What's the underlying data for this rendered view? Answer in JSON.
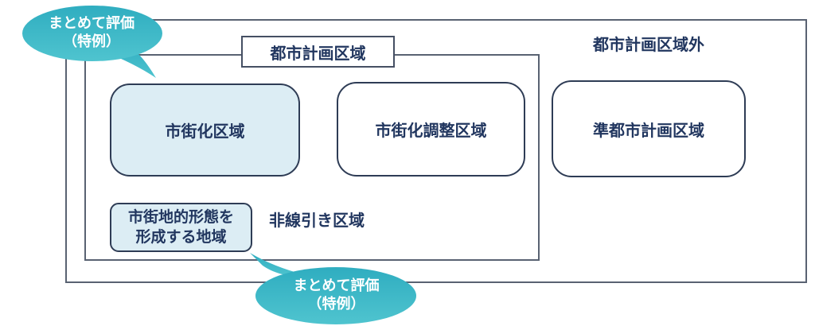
{
  "diagram": {
    "outside_area_label": "都市計画区域外",
    "city_planning_area_label": "都市計画区域",
    "zones": [
      {
        "label": "市街化区域"
      },
      {
        "label": "市街化調整区域"
      },
      {
        "label": "準都市計画区域"
      }
    ],
    "undelineated_area_label": "非線引き区域",
    "urban_form_district": {
      "line1": "市街地的形態を",
      "line2": "形成する地域"
    },
    "callout_top": {
      "line1": "まとめて評価",
      "line2": "（特例）"
    },
    "callout_bottom": {
      "line1": "まとめて評価",
      "line2": "（特例）"
    },
    "colors": {
      "text_navy": "#21365f",
      "box_border": "#2e3c55",
      "rect_border": "#596272",
      "light_blue_fill": "#dcedf4",
      "callout_teal": "#2fadc0",
      "callout_teal_light": "#4fc4cf",
      "callout_text": "#ffffff"
    }
  }
}
